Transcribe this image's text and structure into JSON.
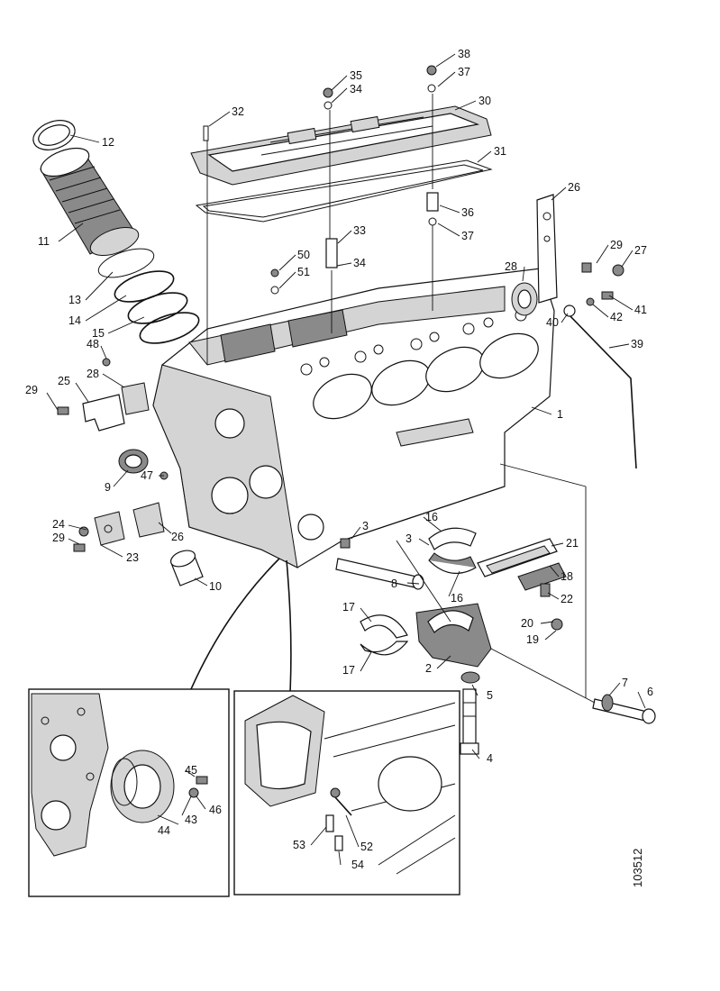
{
  "figure": {
    "reference_code": "103512"
  },
  "callouts": [
    "1",
    "2",
    "3",
    "4",
    "5",
    "6",
    "7",
    "8",
    "9",
    "10",
    "11",
    "12",
    "13",
    "14",
    "15",
    "16",
    "17",
    "18",
    "19",
    "20",
    "21",
    "22",
    "23",
    "24",
    "25",
    "26",
    "27",
    "28",
    "29",
    "30",
    "31",
    "32",
    "33",
    "34",
    "35",
    "36",
    "37",
    "38",
    "39",
    "40",
    "41",
    "42",
    "43",
    "44",
    "45",
    "46",
    "47",
    "48",
    "50",
    "51",
    "52",
    "53",
    "54"
  ]
}
